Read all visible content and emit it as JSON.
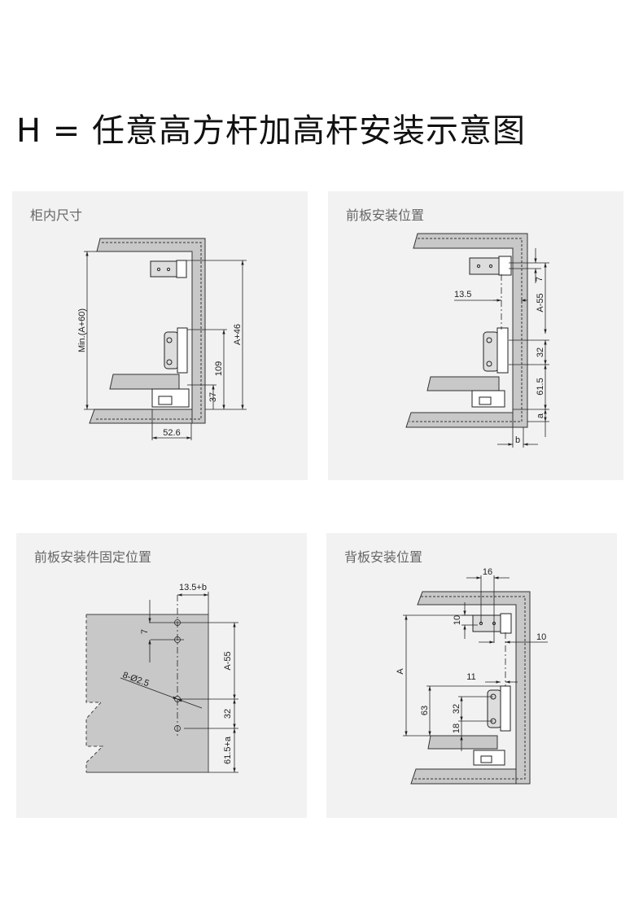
{
  "page_title": "H = 任意高方杆加高杆安装示意图",
  "panels": [
    {
      "label": "柜内尺寸",
      "dims": {
        "min_height": "Min.(A+60)",
        "a_plus_46": "A+46",
        "d109": "109",
        "d37": "37",
        "d52_6": "52.6"
      }
    },
    {
      "label": "前板安装位置",
      "dims": {
        "d7": "7",
        "a_minus_55": "A-55",
        "d13_5": "13.5",
        "d32": "32",
        "d61_5": "61.5",
        "a": "a",
        "b": "b"
      }
    },
    {
      "label": "前板安装件固定位置",
      "dims": {
        "d13_5_b": "13.5+b",
        "d7": "7",
        "a_minus_55": "A-55",
        "holes": "8-Ø2.5",
        "d32": "32",
        "d61_5_a": "61.5+a"
      }
    },
    {
      "label": "背板安装位置",
      "dims": {
        "d16": "16",
        "d10v": "10",
        "d10h": "10",
        "a": "A",
        "d11": "11",
        "d63": "63",
        "d32": "32",
        "d18": "18"
      }
    }
  ],
  "colors": {
    "panel_bg": "#f2f2f2",
    "board": "#c8c8c8",
    "line": "#222222"
  }
}
